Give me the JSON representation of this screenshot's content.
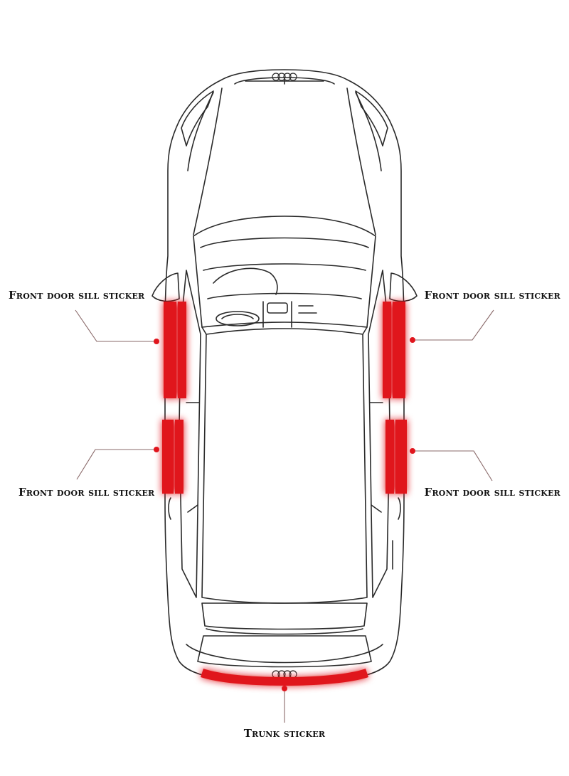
{
  "callouts": {
    "front_left": "Front door sill sticker",
    "front_right": "Front door sill sticker",
    "rear_left": "Front door sill sticker",
    "rear_right": "Front door sill sticker",
    "trunk": "Trunk sticker"
  },
  "colors": {
    "sticker": "#e0141c",
    "sticker_glow": "#ff6b6b",
    "line_art": "#2a2a2a",
    "leader_line": "#8a6a6a"
  }
}
